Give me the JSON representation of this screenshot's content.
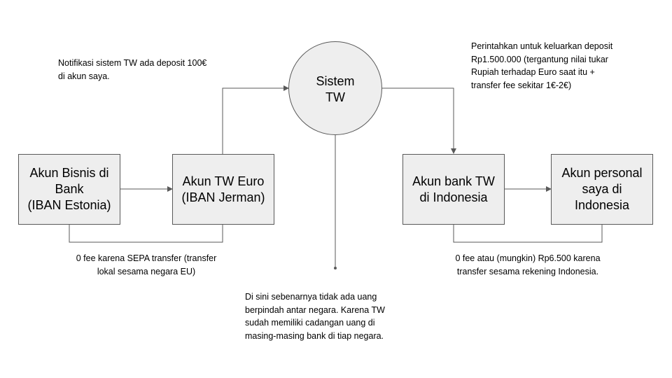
{
  "colors": {
    "box_fill": "#eeeeee",
    "box_border": "#595959",
    "connector": "#595959",
    "text": "#000000",
    "background": "#ffffff"
  },
  "nodes": {
    "akun_bisnis": {
      "lines": [
        "Akun Bisnis di",
        "Bank",
        "(IBAN Estonia)"
      ]
    },
    "akun_tw_euro": {
      "lines": [
        "Akun TW Euro",
        "(IBAN Jerman)"
      ]
    },
    "sistem_tw": {
      "lines": [
        "Sistem",
        "TW"
      ]
    },
    "akun_bank_tw": {
      "lines": [
        "Akun bank TW",
        "di Indonesia"
      ]
    },
    "akun_personal": {
      "lines": [
        "Akun personal",
        "saya di",
        "Indonesia"
      ]
    }
  },
  "notes": {
    "notifikasi": {
      "lines": [
        "Notifikasi sistem TW ada deposit 100€",
        "di akun saya."
      ]
    },
    "perintahkan": {
      "lines": [
        "Perintahkan untuk keluarkan deposit",
        "Rp1.500.000 (tergantung nilai tukar",
        "Rupiah terhadap Euro saat itu +",
        "transfer fee sekitar 1€-2€)"
      ]
    },
    "sepa": {
      "lines": [
        "0 fee karena SEPA transfer (transfer",
        "lokal sesama negara EU)"
      ]
    },
    "domestic": {
      "lines": [
        "0 fee atau (mungkin) Rp6.500 karena",
        "transfer sesama rekening Indonesia."
      ]
    },
    "explanation": {
      "lines": [
        "Di sini sebenarnya tidak ada uang",
        "berpindah antar negara. Karena TW",
        "sudah memiliki cadangan uang di",
        "masing-masing bank di tiap negara."
      ]
    }
  }
}
